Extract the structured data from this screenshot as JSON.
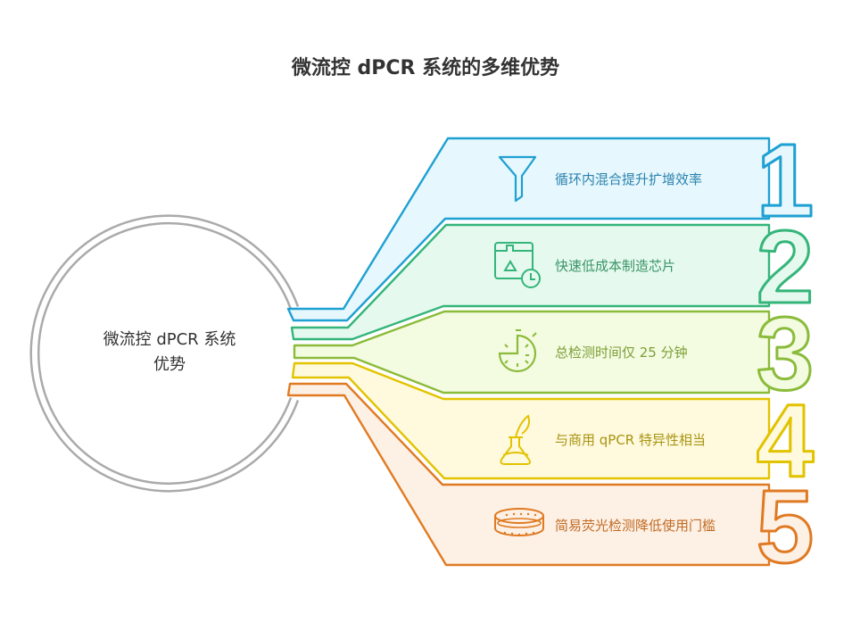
{
  "title": "微流控 dPCR 系统的多维优势",
  "center": {
    "line1": "微流控 dPCR 系统",
    "line2": "优势"
  },
  "items": [
    {
      "number": "1",
      "label": "循环内混合提升扩增效率",
      "icon": "funnel-icon",
      "stroke": "#1ea0d2",
      "fill": "#e6f7fd",
      "text": "#2a82ad"
    },
    {
      "number": "2",
      "label": "快速低成本制造芯片",
      "icon": "chip-fabrication-clock-icon",
      "stroke": "#35b57a",
      "fill": "#e5f9ef",
      "text": "#3a9466"
    },
    {
      "number": "3",
      "label": "总检测时间仅 25 分钟",
      "icon": "stopwatch-icon",
      "stroke": "#8bbb3a",
      "fill": "#f3fbe1",
      "text": "#7d9f36"
    },
    {
      "number": "4",
      "label": "与商用 qPCR 特异性相当",
      "icon": "flask-leaf-icon",
      "stroke": "#e2c300",
      "fill": "#fff9de",
      "text": "#a89512"
    },
    {
      "number": "5",
      "label": "简易荧光检测降低使用门槛",
      "icon": "petri-dish-icon",
      "stroke": "#e07a22",
      "fill": "#fdf0e5",
      "text": "#c06a22"
    }
  ]
}
